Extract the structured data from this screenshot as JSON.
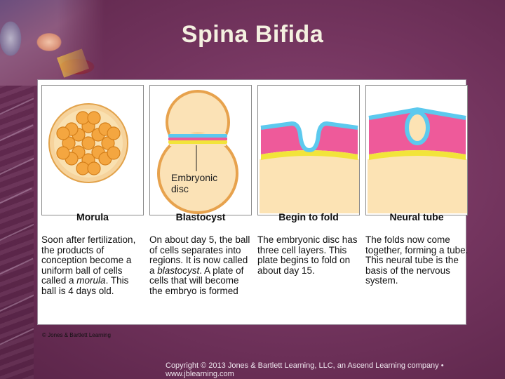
{
  "slide": {
    "title": "Spina Bifida",
    "footer": "Copyright © 2013 Jones & Bartlett Learning, LLC, an Ascend Learning company • www.jblearning.com"
  },
  "figure": {
    "credit": "© Jones & Bartlett Learning",
    "embryonic_disc_label_line1": "Embryonic",
    "embryonic_disc_label_line2": "disc",
    "stages": [
      {
        "label": "Morula",
        "desc_pre": "Soon after fertilization, the products of conception become a uniform ball of cells called a ",
        "desc_em": "morula",
        "desc_post": ". This ball is 4 days old."
      },
      {
        "label": "Blastocyst",
        "desc_pre": "On about day 5, the ball of cells separates into regions. It is now called a ",
        "desc_em": "blastocyst",
        "desc_post": ". A plate of cells that will become the embryo is formed"
      },
      {
        "label": "Begin to fold",
        "desc_pre": "The embryonic disc has three cell layers. This plate begins to fold on about day 15.",
        "desc_em": "",
        "desc_post": ""
      },
      {
        "label": "Neural tube",
        "desc_pre": "The folds now come together, forming a tube. This neural tube is the basis of the nervous system.",
        "desc_em": "",
        "desc_post": ""
      }
    ]
  },
  "colors": {
    "background": "#74355f",
    "title": "#f4f0e0",
    "ectoderm": "#5cc9ee",
    "mesoderm": "#ee5a9a",
    "endoderm": "#f2e43a",
    "cell_fill": "#f4a640"
  }
}
